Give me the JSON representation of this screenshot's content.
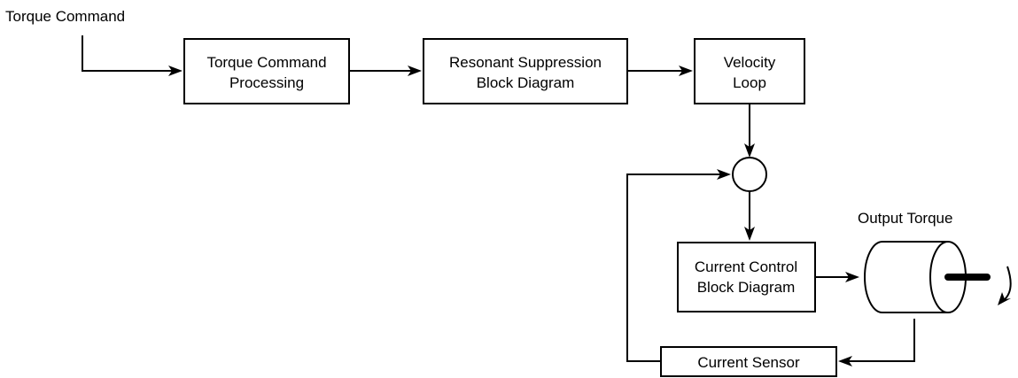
{
  "input_label": "Torque Command",
  "output_label": "Output Torque",
  "blocks": {
    "torque_processing": {
      "line1": "Torque Command",
      "line2": "Processing"
    },
    "resonant_suppression": {
      "line1": "Resonant Suppression",
      "line2": "Block Diagram"
    },
    "velocity_loop": {
      "line1": "Velocity",
      "line2": "Loop"
    },
    "current_control": {
      "line1": "Current Control",
      "line2": "Block Diagram"
    },
    "current_sensor": {
      "line1": "Current Sensor"
    }
  }
}
